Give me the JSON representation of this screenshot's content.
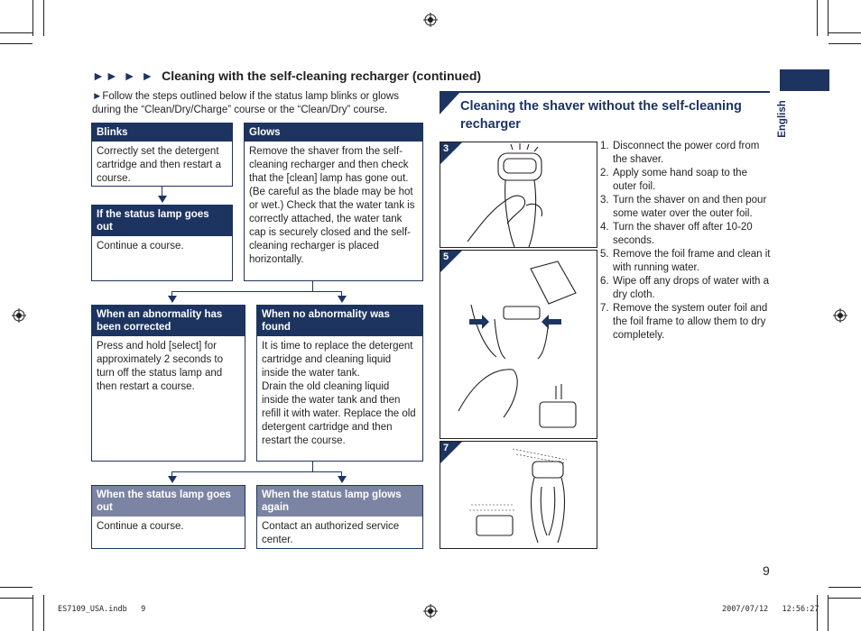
{
  "heading": {
    "arrows": "►► ► ►",
    "title": "Cleaning with the self-cleaning recharger (continued)"
  },
  "intro": {
    "marker": "►",
    "text": "Follow the steps outlined below if the status lamp blinks or glows during the “Clean/Dry/Charge” course or the “Clean/Dry” course."
  },
  "flow": {
    "blinks": {
      "title": "Blinks",
      "body": "Correctly set the detergent cartridge and then restart a course."
    },
    "glows": {
      "title": "Glows",
      "body": "Remove the shaver from the self-cleaning recharger and then check that the [clean] lamp has gone out. (Be careful as the blade may be hot or wet.) Check that the water tank is correctly attached, the water tank cap is securely closed and the self-cleaning recharger is placed horizontally."
    },
    "status_lamp_goes_out_1": {
      "title": "If the status lamp goes out",
      "body": "Continue a course."
    },
    "abnormality_corrected": {
      "title": "When an abnormality has been corrected",
      "body": "Press and hold [select] for approximately 2 seconds to turn off the status lamp and then restart a course."
    },
    "no_abnormality": {
      "title": "When no abnormality was found",
      "body": "It is time to replace the detergent cartridge and cleaning liquid inside the water tank.\nDrain the old cleaning liquid inside the water tank and then refill it with water. Replace the old detergent cartridge and then restart the course."
    },
    "status_lamp_goes_out_2": {
      "title": "When the status lamp goes out",
      "body": "Continue a course."
    },
    "status_lamp_glows_again": {
      "title": "When the status lamp glows again",
      "body": "Contact an authorized service center."
    }
  },
  "section": {
    "title": "Cleaning the shaver without the self-cleaning recharger",
    "figures": [
      "3",
      "5",
      "7"
    ],
    "steps": [
      {
        "n": "1.",
        "text": "Disconnect the power cord from the shaver."
      },
      {
        "n": "2.",
        "text": "Apply some hand soap to the outer foil."
      },
      {
        "n": "3.",
        "text": "Turn the shaver on and then pour some water over the outer foil."
      },
      {
        "n": "4.",
        "text": "Turn the shaver off after 10-20 seconds."
      },
      {
        "n": "5.",
        "text": "Remove the foil frame and clean it with running water."
      },
      {
        "n": "6.",
        "text": "Wipe off any drops of water with a dry cloth."
      },
      {
        "n": "7.",
        "text": "Remove the system outer foil and the foil frame to allow them to dry completely."
      }
    ]
  },
  "side_tab": {
    "language": "English"
  },
  "page_number": "9",
  "footer": {
    "file": "ES7109_USA.indb   9",
    "timestamp": "2007/07/12   12:56:27"
  },
  "colors": {
    "navy": "#1d3461",
    "gray_header": "#7c84a3",
    "text": "#231f20"
  }
}
